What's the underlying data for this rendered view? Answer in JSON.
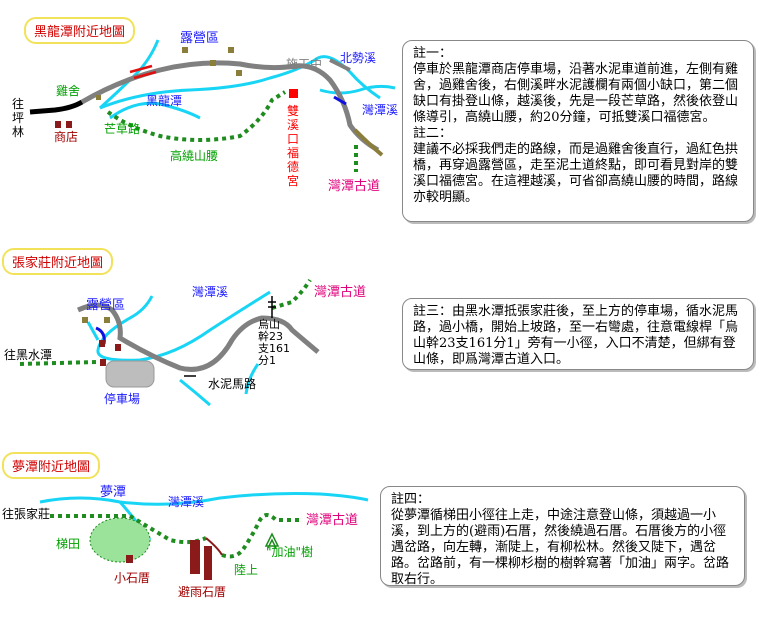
{
  "map1": {
    "title": "黑龍潭附近地圖",
    "labels": {
      "camp": "露營區",
      "construction": "施工中",
      "beishi": "北勢溪",
      "chicken": "雞舍",
      "heilongtan": "黑龍潭",
      "wantan_creek": "灣潭溪",
      "toward_pinglin_1": "往",
      "toward_pinglin_2": "坪",
      "toward_pinglin_3": "林",
      "shop": "商店",
      "mangrass": "芒草路",
      "high_detour": "高繞山腰",
      "shuangxi": "雙溪口福德宮",
      "wantan_trail": "灣潭古道"
    },
    "note": {
      "n1_title": "註一：",
      "n1_text": "停車於黑龍潭商店停車場，沿著水泥車道前進，左側有雞舍，過雞舍後，右側溪畔水泥護欄有兩個小缺口，第二個缺口有掛登山條，越溪後，先是一段芒草路，然後依登山條導引，高繞山腰，約20分鐘，可抵雙溪口福德宮。",
      "n2_title": "註二：",
      "n2_text": "建議不必採我們走的路線，而是過雞舍後直行，過紅色拱橋，再穿過露營區，走至泥土道終點，即可看見對岸的雙溪口福德宮。在這裡越溪，可省卻高繞山腰的時間，路線亦較明顯。"
    }
  },
  "map2": {
    "title": "張家莊附近地圖",
    "labels": {
      "camp": "露營區",
      "wantan_creek": "灣潭溪",
      "wantan_trail": "灣潭古道",
      "toward_heishui": "往黑水潭",
      "parking": "停車場",
      "cement_road": "水泥馬路",
      "pole_1": "烏山",
      "pole_2": "幹23",
      "pole_3": "支161",
      "pole_4": "分1"
    },
    "note": {
      "text": "註三：由黑水潭抵張家莊後，至上方的停車場，循水泥馬路，過小橋，開始上坡路，至一右彎處，往意電線桿「烏山幹23支161分1」旁有一小徑，入口不清楚，但綁有登山條，即爲灣潭古道入口。"
    }
  },
  "map3": {
    "title": "夢潭附近地圖",
    "labels": {
      "mengtan": "夢潭",
      "wantan_creek": "灣潭溪",
      "toward_zhang": "往張家莊",
      "wantan_trail": "灣潭古道",
      "terrace": "梯田",
      "small_cliff": "小石厝",
      "shelter": "避雨石厝",
      "landing": "陸上",
      "jiayou_tree": "\"加油\"樹"
    },
    "note": {
      "n4_title": "註四：",
      "n4_text": "從夢潭循梯田小徑往上走，中途注意登山條，須越過一小溪，到上方的(避雨)石厝，然後繞過石厝。石厝後方的小徑遇岔路，向左轉，漸陡上，有柳松林。然後又陡下，遇岔路。岔路前，有一棵柳杉樹的樹幹寫著「加油」兩字。岔路取右行。"
    }
  },
  "colors": {
    "river": "#19d5f5",
    "road": "#808080",
    "trail": "#1e8c1e",
    "building": "#8b1a1a",
    "camp": "#8b7d3a",
    "label_blue": "#1a1aff",
    "label_green": "#00a000",
    "label_red": "#ff0000",
    "label_magenta": "#e0007a",
    "label_brown": "#a00000",
    "bridge_red": "#e01010",
    "bridge_blue": "#1010e0",
    "title_red": "#d00000"
  }
}
